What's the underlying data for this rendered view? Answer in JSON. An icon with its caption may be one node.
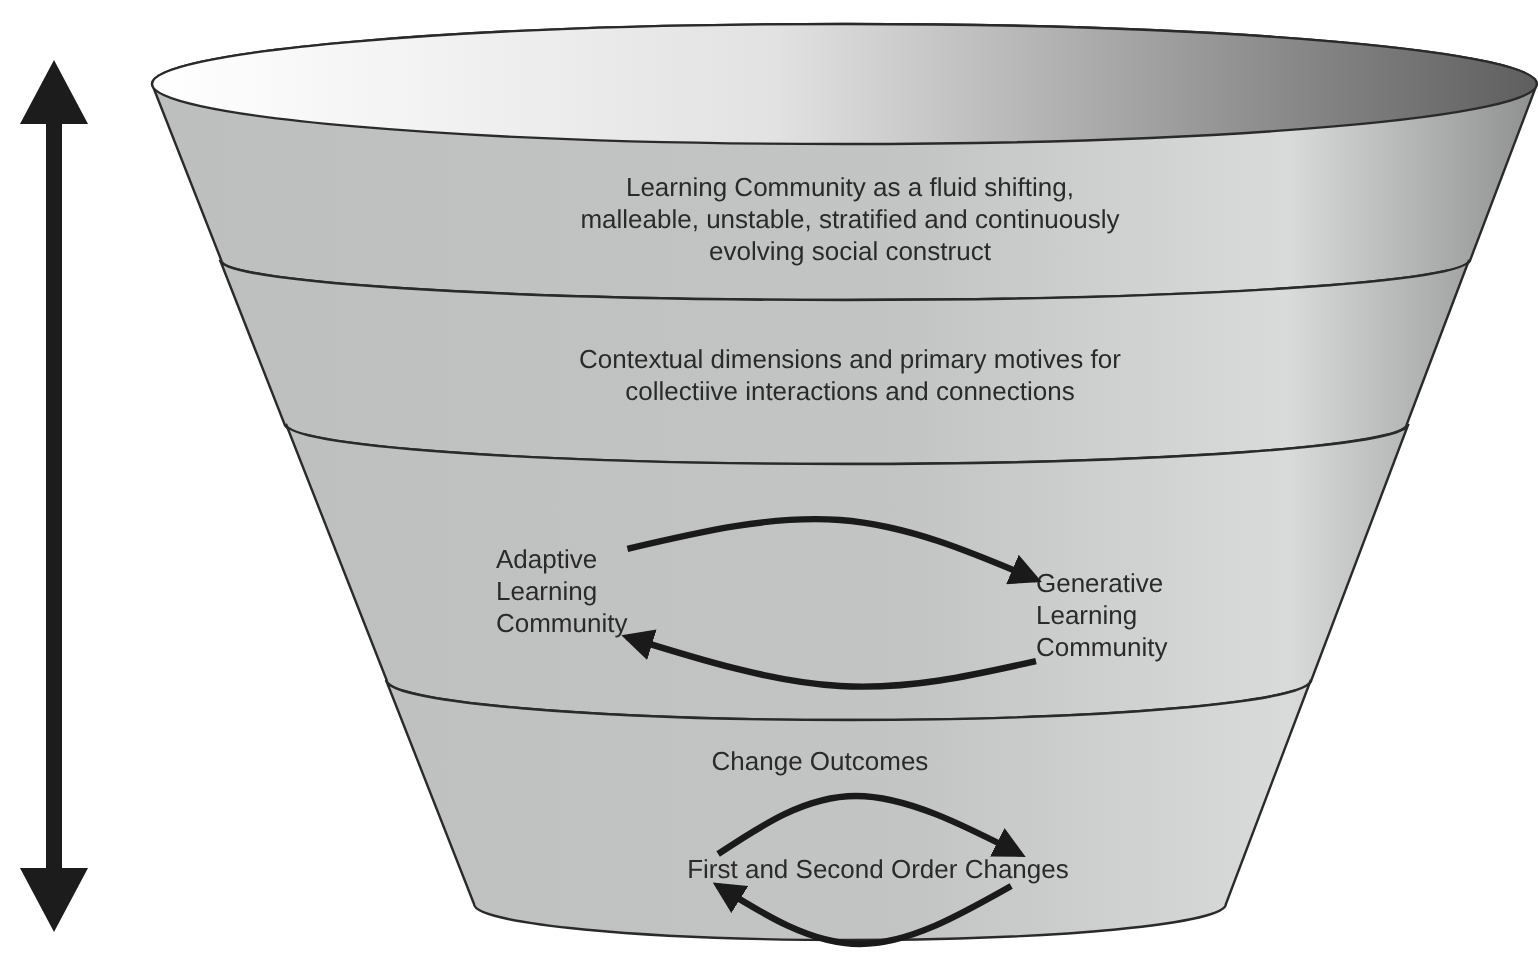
{
  "diagram": {
    "nodes": [
      {
        "text": [
          "Learning Community as a fluid shifting, malleable, unstable, stratified and continuously evolving social construct"
        ]
      },
      {
        "text": [
          "Contextual dimensions and primary motives for collectiive interactions and connections"
        ]
      },
      {
        "text": [],
        "shape": "band"
      },
      {
        "text": [
          "Adaptive Learning Community"
        ],
        "in": 2
      },
      {
        "text": [
          "Generative Learning Community"
        ],
        "in": 2
      },
      {
        "text": [
          "Change Outcomes"
        ]
      },
      {
        "text": [
          "First and Second Order Changes"
        ],
        "in": 5
      }
    ],
    "edges": [
      {
        "from": 3,
        "to": 4,
        "arrow": "to"
      },
      {
        "from": 4,
        "to": 3,
        "arrow": "to"
      },
      {
        "from": 6,
        "to": 6,
        "arrow": "to"
      },
      {
        "from": 6,
        "to": 6,
        "arrow": "to"
      }
    ]
  }
}
